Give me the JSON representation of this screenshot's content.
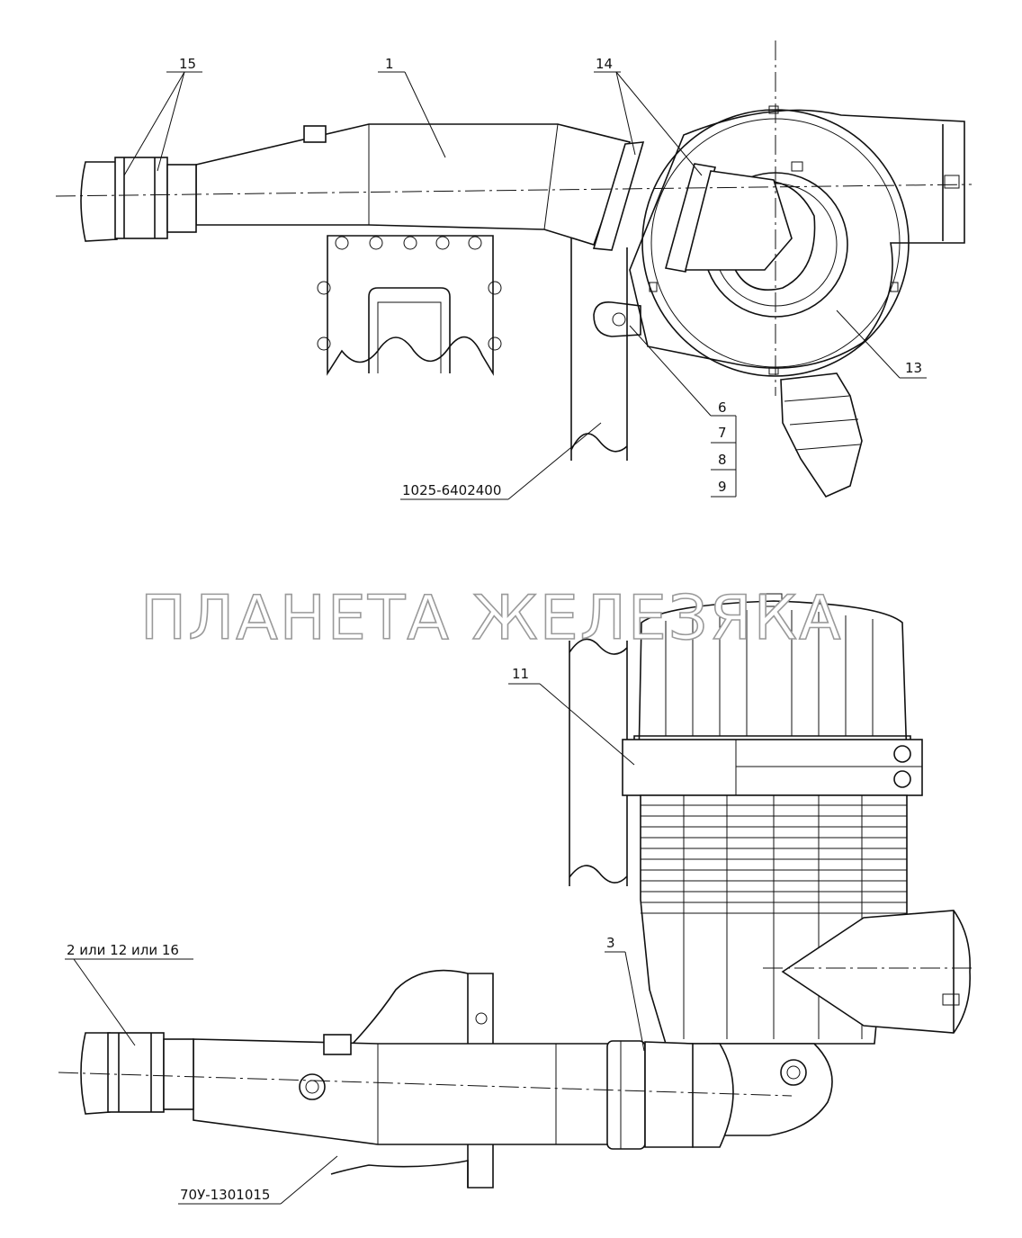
{
  "watermark": "ПЛАНЕТА ЖЕЛЕЗЯКА",
  "callouts": {
    "c15": "15",
    "c1": "1",
    "c14": "14",
    "c13": "13",
    "c6": "6",
    "c7": "7",
    "c8": "8",
    "c9": "9",
    "c_bracket": "1025-6402400",
    "c11": "11",
    "c_hose": "2 или 12 или 16",
    "c3": "3",
    "c_pipe": "70У-1301015"
  }
}
